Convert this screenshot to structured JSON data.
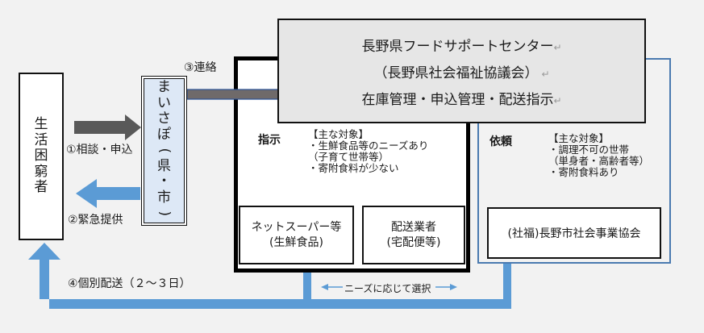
{
  "nodes": {
    "person": {
      "label": "生活困窮者"
    },
    "maisapo": {
      "label": "まいさぽ(県・市)"
    },
    "center": {
      "lines": [
        "長野県フードサポートセンター",
        "（長野県社会福祉協議会）",
        "在庫管理・申込管理・配送指示"
      ],
      "return_mark": "↵"
    },
    "left_group": {
      "action": "指示",
      "target_title": "【主な対象】",
      "targets": [
        "・生鮮食品等のニーズあり",
        "（子育て世帯等）",
        "・寄附食料が少ない"
      ],
      "providers": [
        {
          "lines": [
            "ネットスーパー等",
            "(生鮮食品)"
          ]
        },
        {
          "lines": [
            "配送業者",
            "(宅配便等)"
          ]
        }
      ]
    },
    "right_group": {
      "action": "依頼",
      "target_title": "【主な対象】",
      "targets": [
        "・調理不可の世帯",
        "（単身者・高齢者等）",
        "・寄附食料あり"
      ],
      "provider": "(社福)長野市社会事業協会"
    }
  },
  "flows": {
    "step1": "①相談・申込",
    "step2": "②緊急提供",
    "step3": "③連絡",
    "step4": "④個別配送（２～３日）",
    "select": "ニーズに応じて選択"
  },
  "colors": {
    "background": "#f2f2f2",
    "blue_arrow": "#5b9bd5",
    "gray_arrow": "#595959",
    "blue_border": "#4a7ab0",
    "maisapo_fill": "#dde8f6",
    "center_fill": "#e6e6e6"
  }
}
